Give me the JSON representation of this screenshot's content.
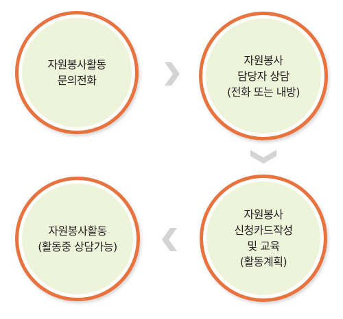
{
  "colors": {
    "circle_border": "#e8733f",
    "circle_ring": "#ffffff",
    "circle_fill": "#eef4d9",
    "circle_shadow": "#d9d9d9",
    "arrow": "#d4d4d4",
    "text": "#222222"
  },
  "icons": {
    "arrow_right": "chevron-right-icon",
    "arrow_down": "chevron-down-icon",
    "arrow_left": "chevron-left-icon"
  },
  "steps": [
    {
      "label": "자원봉사활동\n문의전화"
    },
    {
      "label": "자원봉사\n담당자 상담\n(전화 또는 내방)"
    },
    {
      "label": "자원봉사\n신청카드작성\n및 교육\n(활동계획)"
    },
    {
      "label": "자원봉사활동\n(활동중 상담가능)"
    }
  ]
}
